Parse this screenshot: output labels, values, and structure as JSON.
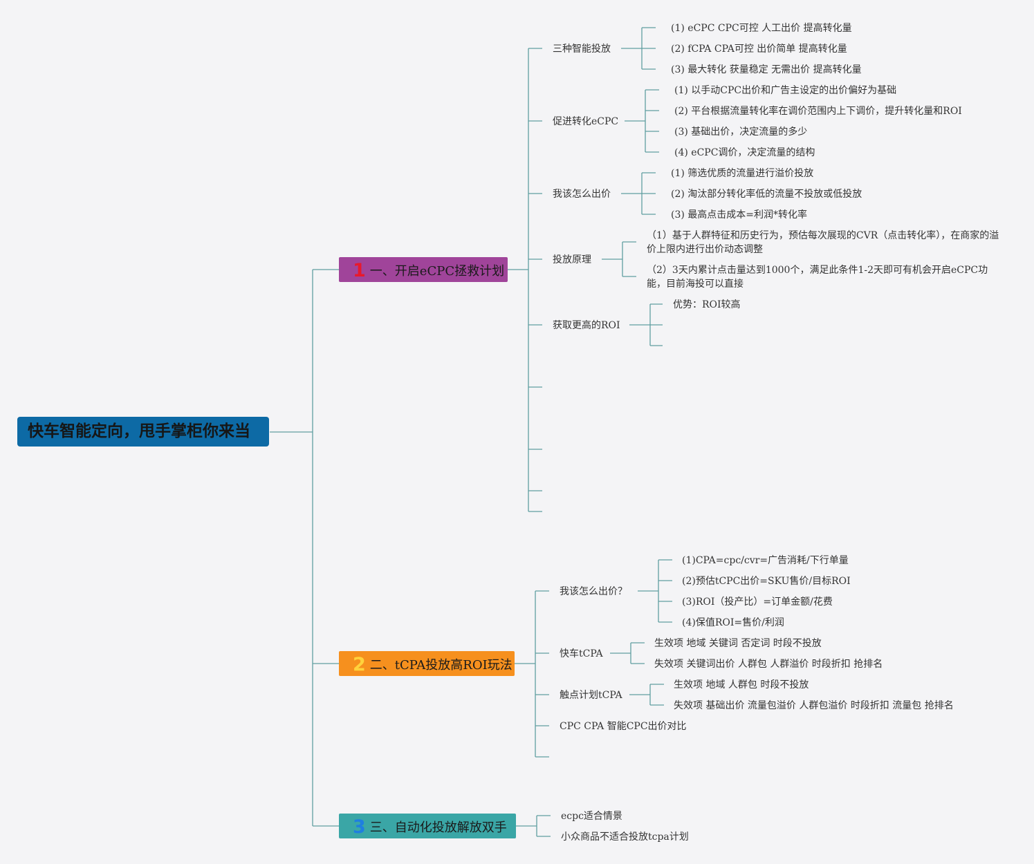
{
  "root": "快车智能定向，甩手掌柜你来当",
  "topic1": {
    "number": "1",
    "label": "一、开启eCPC拯救计划",
    "subs": [
      {
        "label": "三种智能投放",
        "items": [
          "(1)  eCPC CPC可控 人工出价 提高转化量",
          "(2)  fCPA CPA可控 出价简单 提高转化量",
          "(3)  最大转化 获量稳定 无需出价 提高转化量"
        ]
      },
      {
        "label": "促进转化eCPC",
        "items": [
          "(1)  以手动CPC出价和广告主设定的出价偏好为基础",
          "(2)  平台根据流量转化率在调价范围内上下调价，提升转化量和ROI",
          "(3)  基础出价，决定流量的多少",
          "(4)  eCPC调价，决定流量的结构"
        ]
      },
      {
        "label": "我该怎么出价",
        "items": [
          "(1)  筛选优质的流量进行溢价投放",
          "(2)  淘汰部分转化率低的流量不投放或低投放",
          "(3)  最高点击成本=利润*转化率"
        ]
      },
      {
        "label": "投放原理",
        "items": [
          "（1）基于人群特征和历史行为，预估每次展现的CVR（点击转化率），在商家的溢价上限内进行出价动态调整",
          "（2）3天内累计点击量达到1000个，满足此条件1-2天即可有机会开启eCPC功能，目前海投可以直接"
        ]
      },
      {
        "label": "获取更高的ROI",
        "items": [
          "优势：ROI较高"
        ]
      }
    ]
  },
  "topic2": {
    "number": "2",
    "label": "二、tCPA投放高ROI玩法",
    "subs": [
      {
        "label": "我该怎么出价？",
        "items": [
          "(1)CPA=cpc/cvr=广告消耗/下行单量",
          "(2)预估tCPC出价=SKU售价/目标ROI",
          "(3)ROI（投产比）=订单金额/花费",
          "(4)保值ROI=售价/利润"
        ]
      },
      {
        "label": "快车tCPA",
        "items": [
          "生效项 地域 关键词 否定词 时段不投放",
          "失效项 关键词出价 人群包 人群溢价 时段折扣 抢排名"
        ]
      },
      {
        "label": "触点计划tCPA",
        "items": [
          "生效项 地域 人群包 时段不投放",
          "失效项 基础出价 流量包溢价 人群包溢价 时段折扣 流量包 抢排名"
        ]
      },
      {
        "label": "CPC CPA 智能CPC出价对比",
        "items": []
      }
    ]
  },
  "topic3": {
    "number": "3",
    "label": "三、自动化投放解放双手",
    "subs": [
      {
        "label": "ecpc适合情景",
        "items": []
      },
      {
        "label": "小众商品不适合投放tcpa计划",
        "items": []
      }
    ]
  },
  "colors": {
    "line": "#5f9ea0",
    "root": "#0d6aa5",
    "topic1": "#a0449a",
    "topic2": "#f6901e",
    "topic3": "#3aa6a6"
  }
}
